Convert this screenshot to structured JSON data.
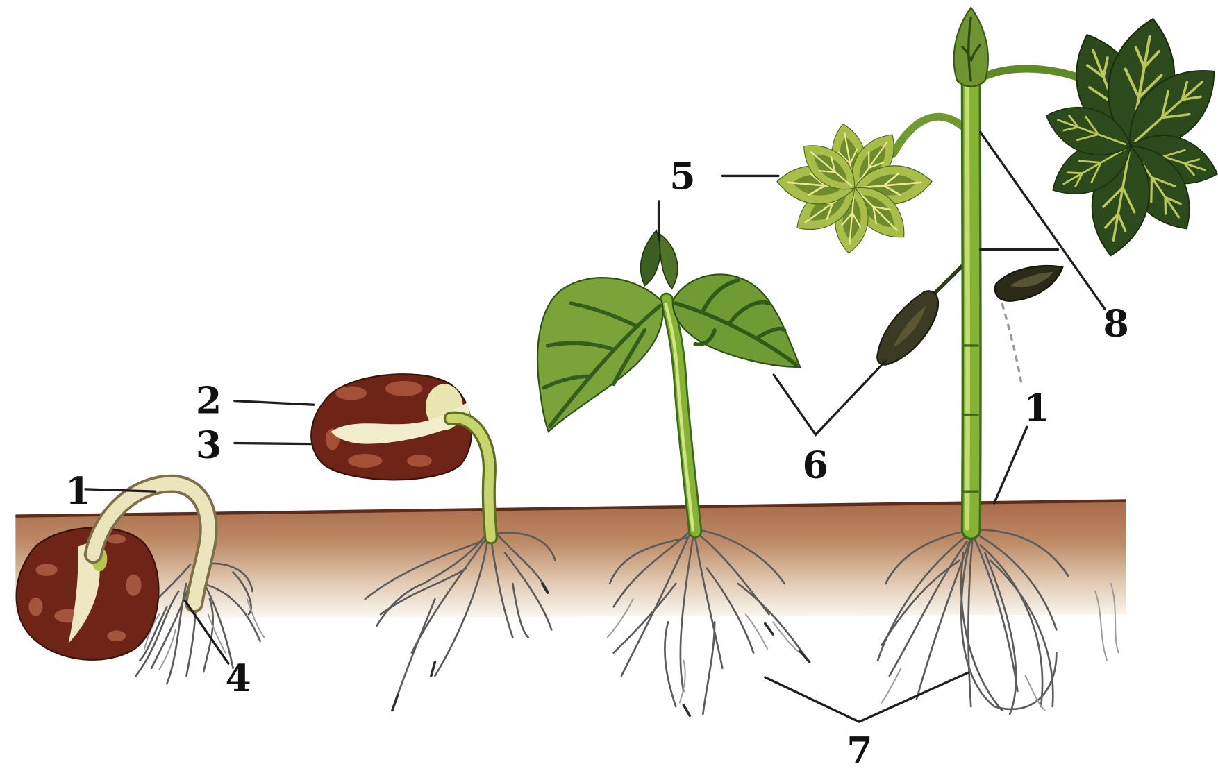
{
  "labels": [
    "1",
    "2",
    "3",
    "4",
    "5",
    "6",
    "7",
    "8",
    "1"
  ],
  "colors": {
    "soil": "#a86a4a",
    "seed": "#6e2417",
    "stem": "#86b236",
    "leaf_light": "#a9bd4a",
    "leaf_dark": "#2d4a1c",
    "root": "#5c5c5c",
    "label": "#111111"
  }
}
